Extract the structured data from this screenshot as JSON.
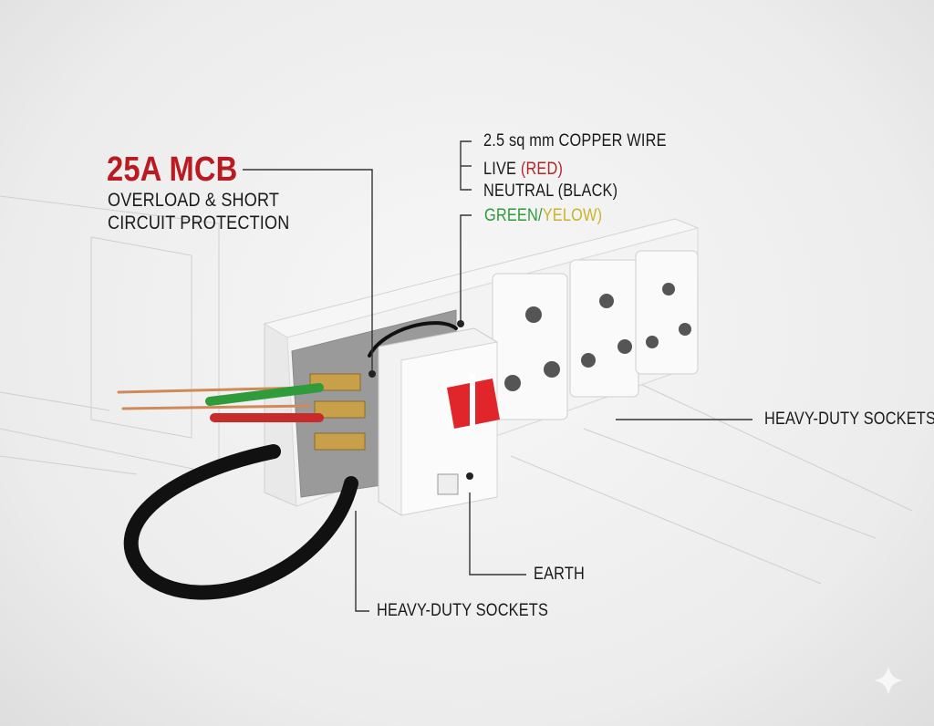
{
  "mcb": {
    "title": "25A MCB",
    "subtitle_line1": "OVERLOAD & SHORT",
    "subtitle_line2": "CIRCUIT PROTECTION"
  },
  "wire": {
    "spec": "2.5 sq mm COPPER WIRE",
    "live_prefix": "LIVE ",
    "live_color": "(RED)",
    "neutral": "NEUTRAL (BLACK)",
    "earth_green": "GREEN",
    "earth_slash": "/",
    "earth_yellow": "YELOW)"
  },
  "callouts": {
    "sockets_right": "HEAVY-DUTY SOCKETS",
    "earth": "EARTH",
    "sockets_bottom": "HEAVY-DUTY SOCKETS"
  },
  "colors": {
    "title_red": "#b81c22",
    "live_red": "#b3262b",
    "earth_green": "#2f9b3a",
    "earth_yellow": "#c8b52a",
    "mcb_toggle": "#e0252b"
  },
  "icons": {
    "watermark": "sparkle-icon"
  }
}
